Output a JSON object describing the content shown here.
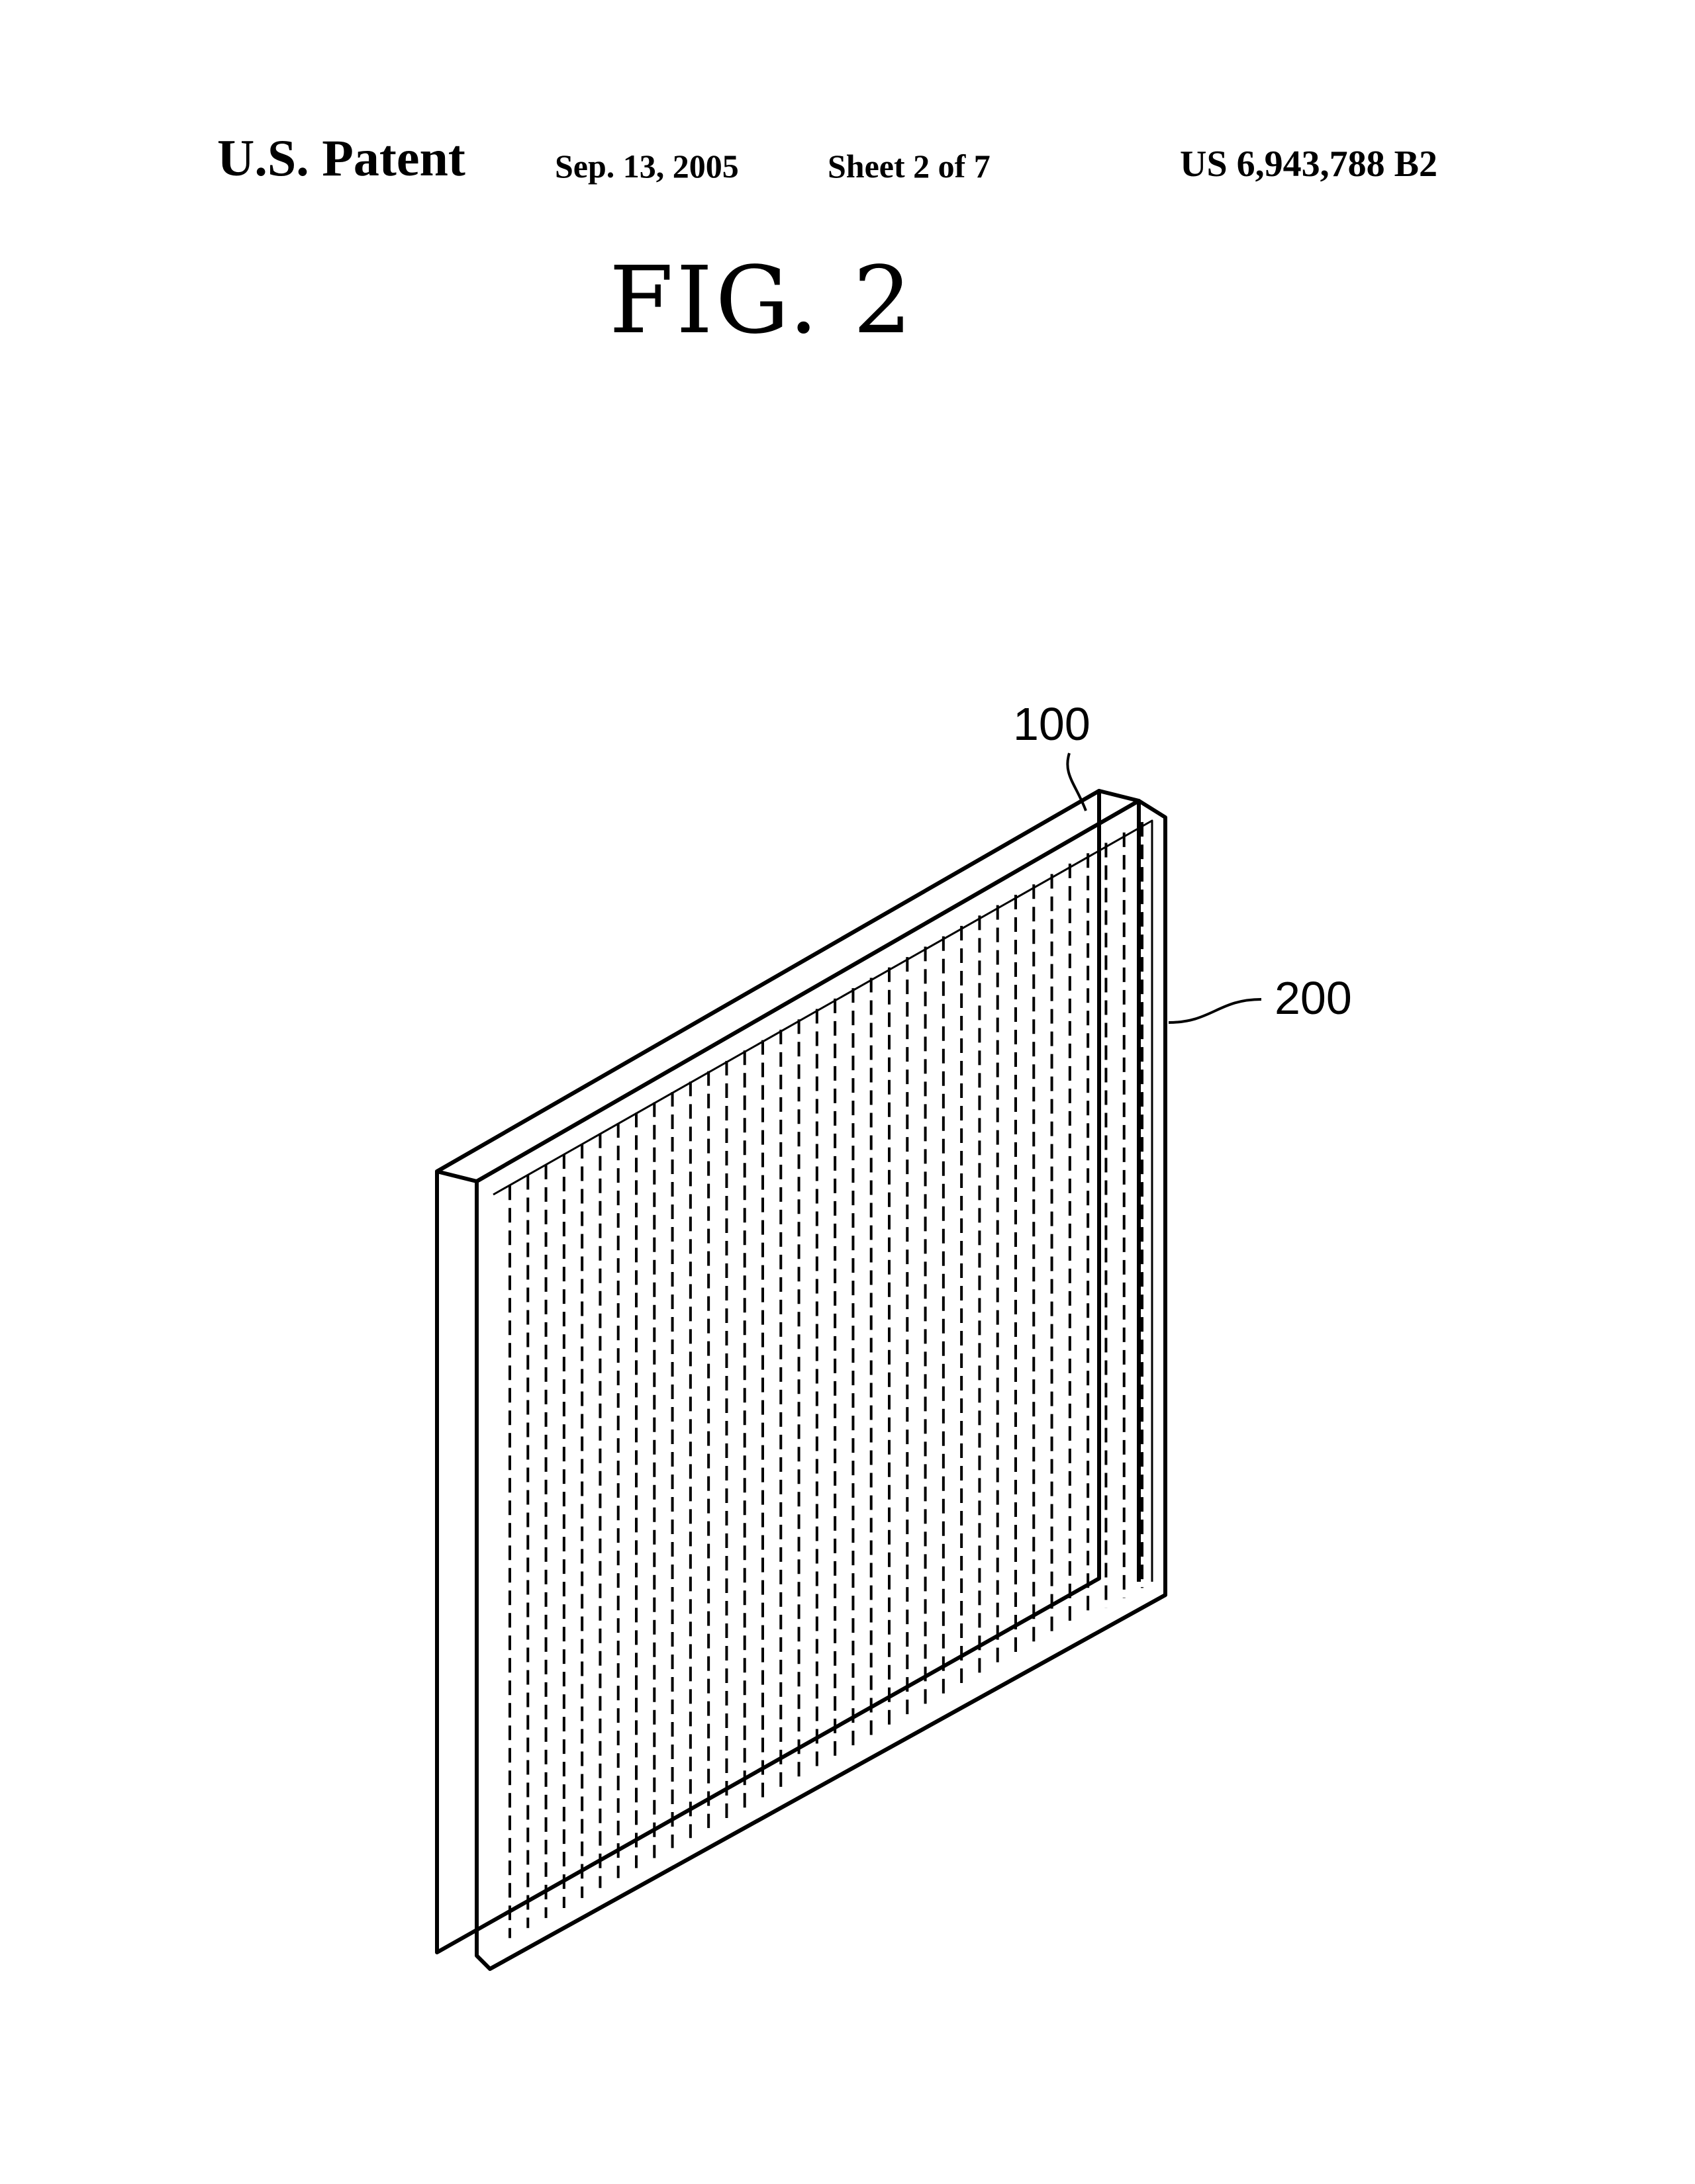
{
  "header": {
    "patent_label": "U.S. Patent",
    "date": "Sep. 13, 2005",
    "sheet": "Sheet 2 of 7",
    "patent_number": "US 6,943,788 B2"
  },
  "figure": {
    "title": "FIG. 2",
    "reference_labels": [
      "100",
      "200"
    ]
  }
}
